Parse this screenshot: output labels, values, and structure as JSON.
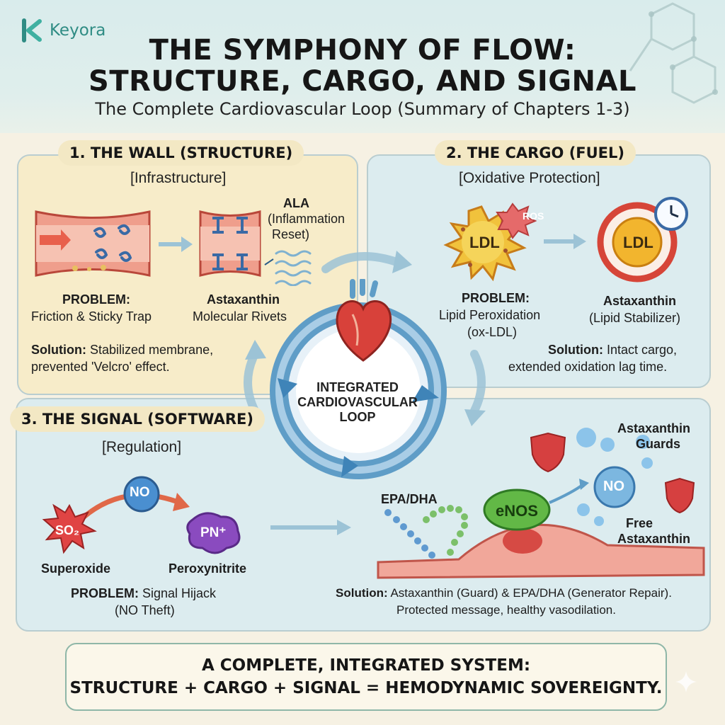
{
  "brand": {
    "name": "Keyora",
    "icon": "k-logo-icon"
  },
  "header": {
    "title_line1": "THE SYMPHONY OF FLOW:",
    "title_line2": "STRUCTURE, CARGO, AND SIGNAL",
    "subtitle": "The Complete Cardiovascular Loop (Summary of Chapters 1-3)"
  },
  "wall": {
    "heading": "1. THE WALL (STRUCTURE)",
    "subheading": "[Infrastructure]",
    "problem_label": "PROBLEM:",
    "problem_text": "Friction & Sticky Trap",
    "ala_label": "ALA",
    "ala_note_1": "(Inflammation",
    "ala_note_2": "Reset)",
    "rivets_label": "Astaxanthin",
    "rivets_text": "Molecular Rivets",
    "solution_label": "Solution:",
    "solution_text_1": "Stabilized membrane,",
    "solution_text_2": "prevented 'Velcro' effect."
  },
  "cargo": {
    "heading": "2. THE CARGO (FUEL)",
    "subheading": "[Oxidative Protection]",
    "ros_label": "ROS",
    "ldl_label": "LDL",
    "ldl_label_2": "LDL",
    "problem_label": "PROBLEM:",
    "problem_text_1": "Lipid Peroxidation",
    "problem_text_2": "(ox-LDL)",
    "stabilizer_label": "Astaxanthin",
    "stabilizer_text": "(Lipid Stabilizer)",
    "solution_label": "Solution:",
    "solution_text_1": "Intact cargo,",
    "solution_text_2": "extended oxidation lag time."
  },
  "signal": {
    "heading": "3. THE SIGNAL (SOFTWARE)",
    "subheading": "[Regulation]",
    "no_label": "NO",
    "so2_label": "SO₂",
    "pn_label": "PN⁺",
    "superoxide_label": "Superoxide",
    "peroxynitrite_label": "Peroxynitrite",
    "problem_label": "PROBLEM:",
    "problem_text_1": "Signal Hijack",
    "problem_text_2": "(NO Theft)",
    "epa_label": "EPA/DHA",
    "enos_label": "eNOS",
    "no_label_2": "NO",
    "guards_label_1": "Astaxanthin",
    "guards_label_2": "Guards",
    "free_label_1": "Free",
    "free_label_2": "Astaxanthin",
    "solution_label": "Solution:",
    "solution_text_1": "Astaxanthin (Guard) & EPA/DHA (Generator Repair).",
    "solution_text_2": "Protected message, healthy vasodilation."
  },
  "center": {
    "line1": "INTEGRATED",
    "line2": "CARDIOVASCULAR",
    "line3": "LOOP"
  },
  "final": {
    "line1": "A COMPLETE, INTEGRATED SYSTEM:",
    "line2": "STRUCTURE + CARGO + SIGNAL = HEMODYNAMIC SOVEREIGNTY."
  },
  "colors": {
    "header_bg": "#d9ecec",
    "wall_panel": "#f7ecc9",
    "cargo_panel": "#dcecef",
    "signal_panel": "#dcecef",
    "brand_teal": "#2f8c84",
    "loop_blue": "#6ea6cc"
  }
}
